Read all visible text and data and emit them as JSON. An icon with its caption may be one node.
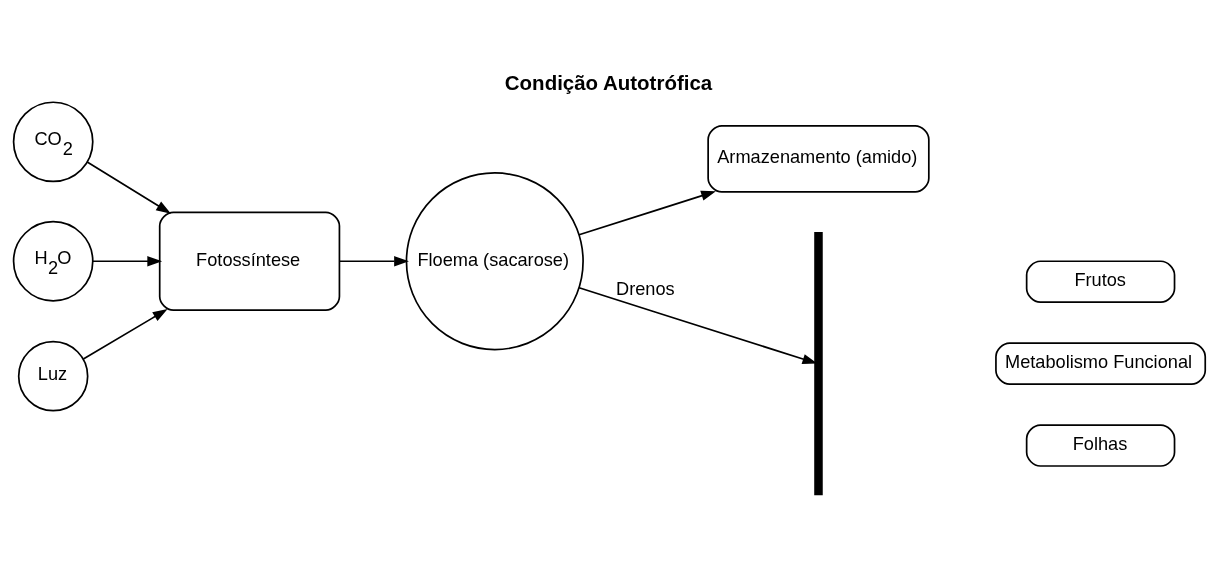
{
  "diagram": {
    "title": "Condição Autotrófica",
    "nodes": [
      {
        "text": [
          "CO$_{2}$"
        ]
      },
      {
        "text": [
          "H$_{2}$O"
        ]
      },
      {
        "text": [
          "Luz"
        ]
      },
      {
        "text": [
          "Fotossíntese"
        ]
      },
      {
        "text": [
          "Floema (sacarose)"
        ]
      },
      {
        "text": [
          "Armazenamento (amido)"
        ]
      },
      {
        "text": [],
        "shape": "brace"
      },
      {
        "text": [
          "Frutos"
        ]
      },
      {
        "text": [
          "Metabolismo Funcional"
        ]
      },
      {
        "text": [
          "Folhas"
        ]
      }
    ],
    "edges": [
      {
        "from": 0,
        "to": 3,
        "arrow": "to"
      },
      {
        "from": 1,
        "to": 3,
        "arrow": "to"
      },
      {
        "from": 2,
        "to": 3,
        "arrow": "to"
      },
      {
        "from": 3,
        "to": 4,
        "arrow": "to"
      },
      {
        "from": 4,
        "to": 6,
        "arrow": "to",
        "label": "Drenos"
      },
      {
        "from": 4,
        "to": 5,
        "arrow": "to"
      }
    ]
  }
}
